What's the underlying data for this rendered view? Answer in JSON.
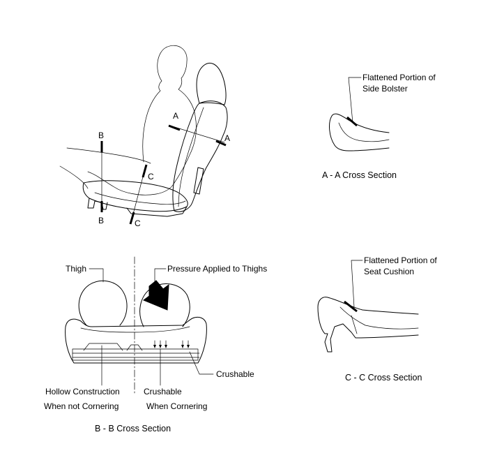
{
  "cut_labels": {
    "a_top": "A",
    "a_bottom": "A",
    "b_top": "B",
    "b_bottom": "B",
    "c_top": "C",
    "c_bottom": "C"
  },
  "section_a": {
    "callout": [
      "Flattened Portion of",
      "Side Bolster"
    ],
    "caption": "A - A Cross Section"
  },
  "section_b": {
    "thigh": "Thigh",
    "pressure": "Pressure Applied to Thighs",
    "hollow": "Hollow Construction",
    "crushable_center": "Crushable",
    "crushable_right": "Crushable",
    "not_cornering": "When not Cornering",
    "cornering": "When Cornering",
    "caption": "B - B Cross Section"
  },
  "section_c": {
    "callout": [
      "Flattened Portion of",
      "Seat Cushion"
    ],
    "caption": "C - C Cross Section"
  }
}
